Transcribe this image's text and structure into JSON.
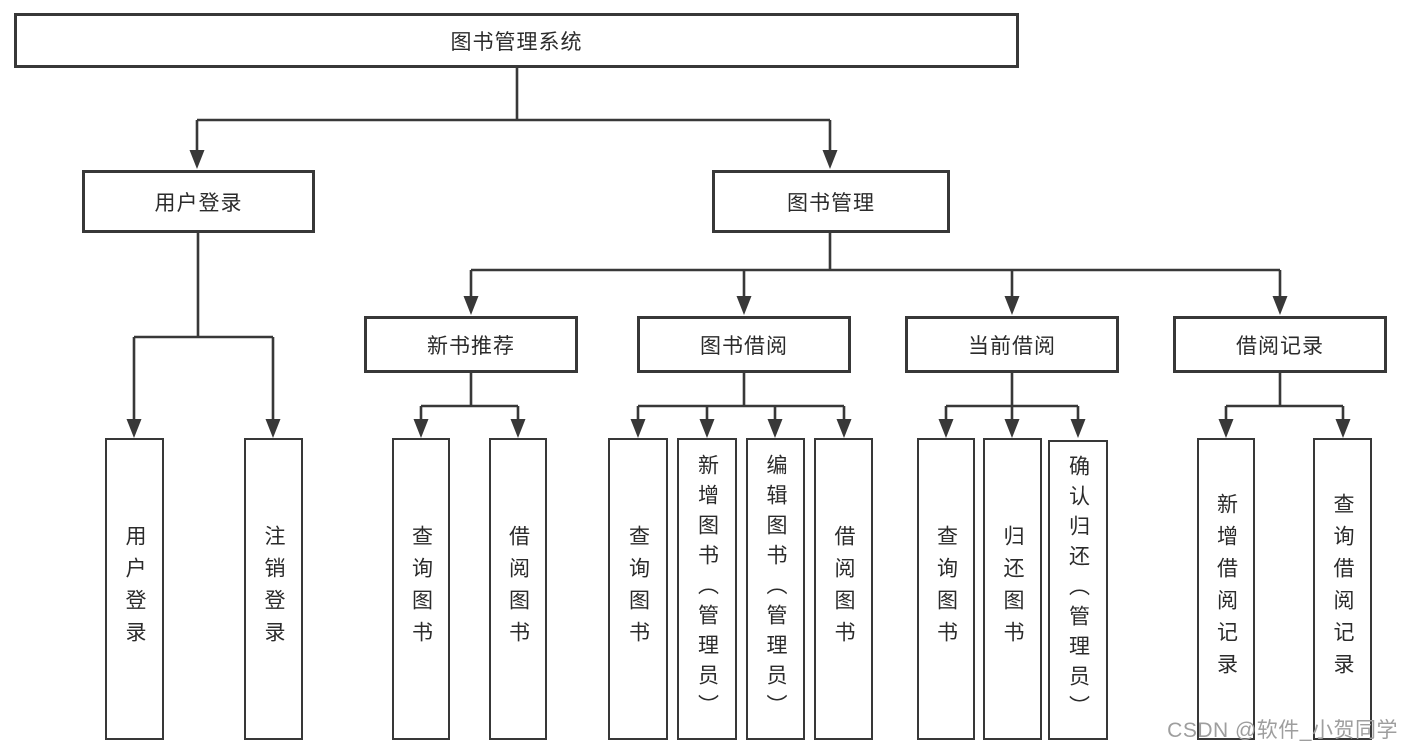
{
  "diagram": {
    "root": {
      "label": "图书管理系统"
    },
    "level2": [
      {
        "label": "用户登录"
      },
      {
        "label": "图书管理"
      }
    ],
    "level3": [
      {
        "label": "新书推荐"
      },
      {
        "label": "图书借阅"
      },
      {
        "label": "当前借阅"
      },
      {
        "label": "借阅记录"
      }
    ],
    "leaves": {
      "user_login": [
        {
          "label": "用户登录"
        },
        {
          "label": "注销登录"
        }
      ],
      "new_book": [
        {
          "label": "查询图书"
        },
        {
          "label": "借阅图书"
        }
      ],
      "book_borrow": [
        {
          "label": "查询图书"
        },
        {
          "label": "新增图书（管理员）"
        },
        {
          "label": "编辑图书（管理员）"
        },
        {
          "label": "借阅图书"
        }
      ],
      "current_borrow": [
        {
          "label": "查询图书"
        },
        {
          "label": "归还图书"
        },
        {
          "label": "确认归还（管理员）"
        }
      ],
      "borrow_records": [
        {
          "label": "新增借阅记录"
        },
        {
          "label": "查询借阅记录"
        }
      ]
    }
  },
  "watermark": {
    "text": "CSDN @软件_小贺同学"
  },
  "colors": {
    "background": "#ffffff",
    "line": "#383838",
    "box_border": "#383838",
    "text": "#2b2b2b",
    "watermark_text": "#9e9e9e"
  }
}
